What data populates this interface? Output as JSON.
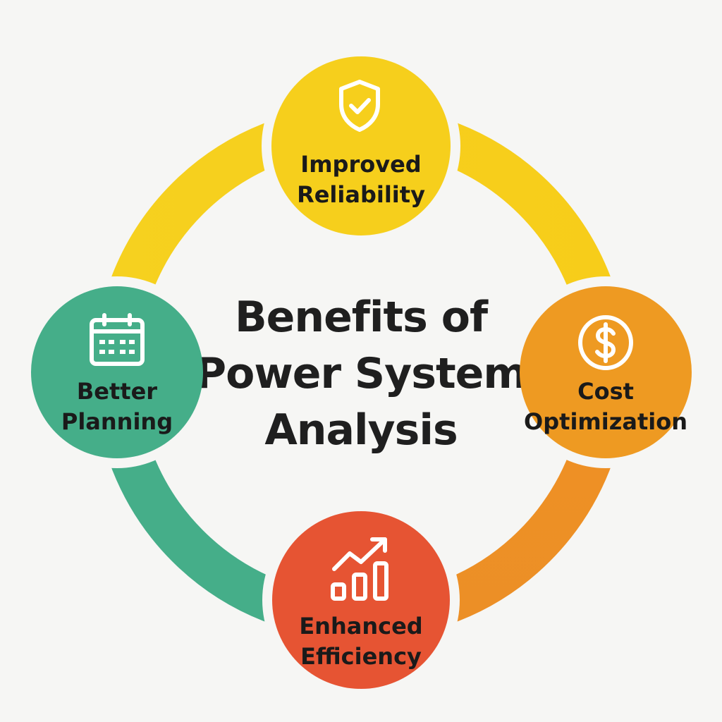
{
  "title": {
    "line1": "Benefits of",
    "line2": "Power System",
    "line3": "Analysis"
  },
  "colors": {
    "background": "#f6f6f4",
    "reliability": "#f6cf1c",
    "cost": "#ee9a22",
    "efficiency": "#e65433",
    "planning": "#45ae89",
    "icon_stroke": "#ffffff",
    "text": "#1a1a1a"
  },
  "nodes": {
    "reliability": {
      "line1": "Improved",
      "line2": "Reliability",
      "icon": "shield-check-icon"
    },
    "cost": {
      "line1": "Cost",
      "line2": "Optimization",
      "icon": "dollar-icon"
    },
    "efficiency": {
      "line1": "Enhanced",
      "line2": "Efficiency",
      "icon": "growth-chart-icon"
    },
    "planning": {
      "line1": "Better",
      "line2": "Planning",
      "icon": "calendar-icon"
    }
  }
}
